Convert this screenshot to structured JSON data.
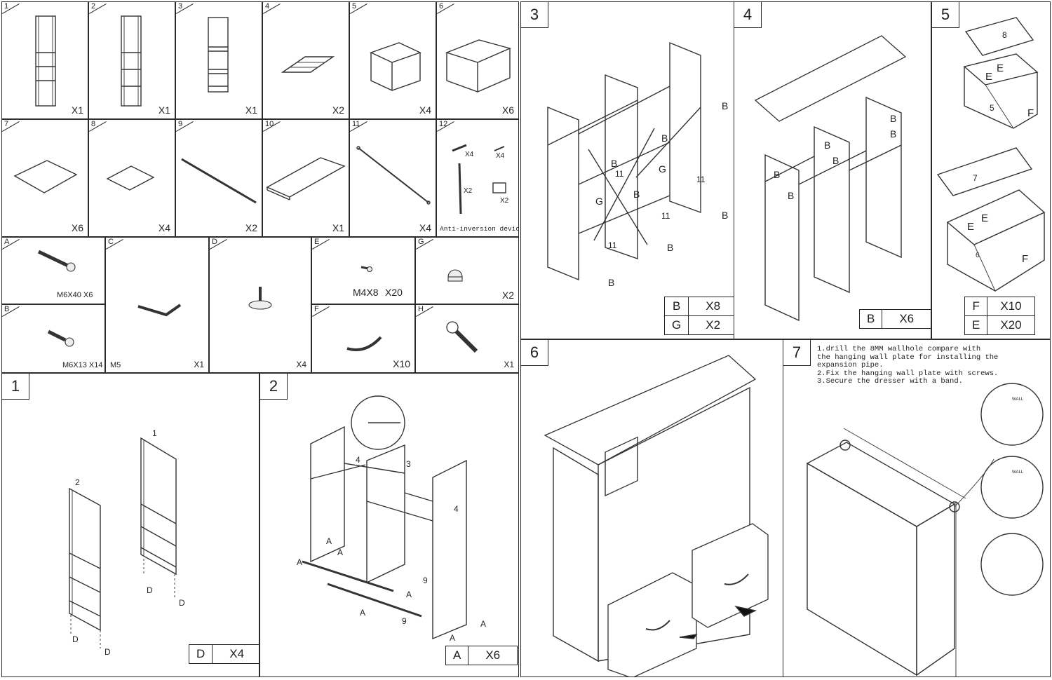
{
  "parts": [
    {
      "num": "1",
      "qty": "X1"
    },
    {
      "num": "2",
      "qty": "X1"
    },
    {
      "num": "3",
      "qty": "X1"
    },
    {
      "num": "4",
      "qty": "X2"
    },
    {
      "num": "5",
      "qty": "X4"
    },
    {
      "num": "6",
      "qty": "X6"
    },
    {
      "num": "7",
      "qty": "X6"
    },
    {
      "num": "8",
      "qty": "X4"
    },
    {
      "num": "9",
      "qty": "X2"
    },
    {
      "num": "10",
      "qty": "X1"
    },
    {
      "num": "11",
      "qty": "X4"
    },
    {
      "num": "12",
      "qty": ""
    }
  ],
  "part12": {
    "small_qty_1": "X4",
    "small_qty_2": "X4",
    "small_qty_3": "X2",
    "small_qty_4": "X2",
    "caption": "Anti-inversion device"
  },
  "hardware": {
    "A": {
      "letter": "A",
      "label": "M6X40 X6"
    },
    "B": {
      "letter": "B",
      "label": "M6X13 X14"
    },
    "C": {
      "letter": "C",
      "label": "M5",
      "qty": "X1"
    },
    "D": {
      "letter": "D",
      "qty": "X4"
    },
    "E": {
      "letter": "E",
      "label": "M4X8",
      "qty": "X20"
    },
    "F": {
      "letter": "F",
      "qty": "X10"
    },
    "G": {
      "letter": "G",
      "qty": "X2"
    },
    "H": {
      "letter": "H",
      "qty": "X1"
    }
  },
  "steps": {
    "s1": {
      "num": "1",
      "labels": {
        "p1": "1",
        "p2": "2",
        "d1": "D",
        "d2": "D",
        "d3": "D",
        "d4": "D"
      },
      "legend": [
        {
          "k": "D",
          "v": "X4"
        }
      ]
    },
    "s2": {
      "num": "2",
      "labels": {
        "n3": "3",
        "n4a": "4",
        "n4b": "4",
        "n9a": "9",
        "n9b": "9",
        "a1": "A",
        "a2": "A",
        "a3": "A",
        "a4": "A",
        "a5": "A",
        "a6": "A",
        "a7": "A"
      },
      "legend": [
        {
          "k": "A",
          "v": "X6"
        }
      ]
    },
    "s3": {
      "num": "3",
      "labels": {
        "b1": "B",
        "b2": "B",
        "b3": "B",
        "b4": "B",
        "b5": "B",
        "b6": "B",
        "b7": "B",
        "g1": "G",
        "g2": "G",
        "e1": "11",
        "e2": "11",
        "e3": "11",
        "e4": "11"
      },
      "legend": [
        {
          "k": "B",
          "v": "X8"
        },
        {
          "k": "G",
          "v": "X2"
        }
      ]
    },
    "s4": {
      "num": "4",
      "labels": {
        "b1": "B",
        "b2": "B",
        "b3": "B",
        "b4": "B",
        "b5": "B",
        "b6": "B"
      },
      "legend": [
        {
          "k": "B",
          "v": "X6"
        }
      ]
    },
    "s5": {
      "num": "5",
      "labels": {
        "p8": "8",
        "p5": "5",
        "p7": "7",
        "p6": "6",
        "e1": "E",
        "e2": "E",
        "e3": "E",
        "e4": "E",
        "f1": "F",
        "f2": "F"
      },
      "legend": [
        {
          "k": "F",
          "v": "X10"
        },
        {
          "k": "E",
          "v": "X20"
        }
      ]
    },
    "s6": {
      "num": "6"
    },
    "s7": {
      "num": "7",
      "notes": [
        "1.drill the 8MM wallhole compare with",
        "the hanging wall plate for installing the",
        "expansion pipe.",
        "2.Fix the hanging wall plate with screws.",
        "3.Secure the dresser with a band."
      ],
      "wall": "WALL"
    }
  }
}
